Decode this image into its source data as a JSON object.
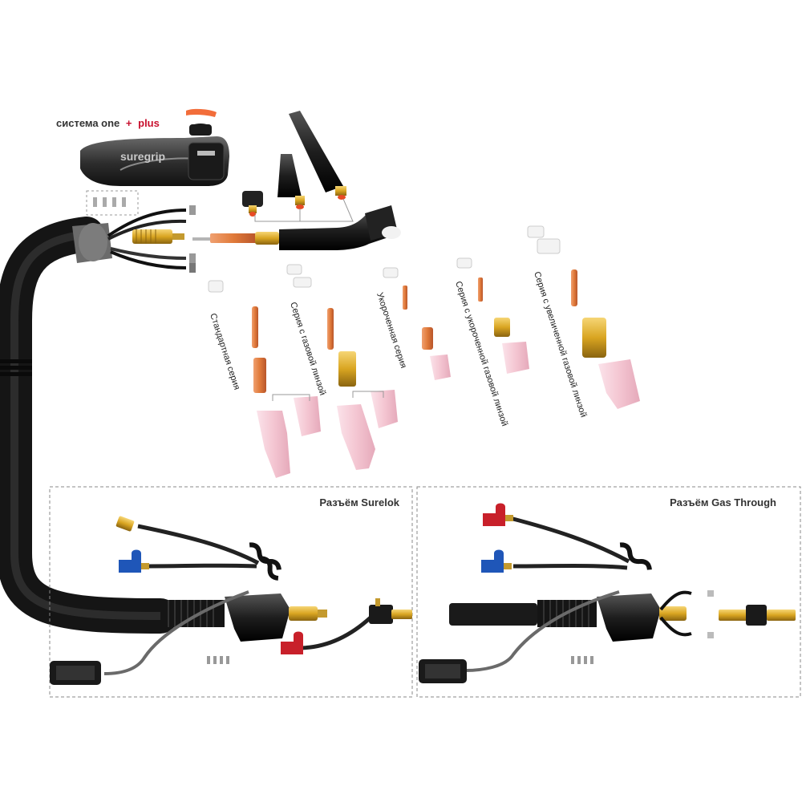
{
  "system_label": {
    "prefix": "система one",
    "plus_sign": "+",
    "plus_word": "plus"
  },
  "handle_brand": "suregrip",
  "series_labels": {
    "standard": "Стандартная серия",
    "gas_lens": "Серия с газовой линзой",
    "short": "Укороченная серия",
    "short_gas_lens": "Серия с укороченной газовой линзой",
    "large_gas_lens": "Серия с увеличенной газовой линзой"
  },
  "panels": {
    "surelok": {
      "title": "Разъём Surelok"
    },
    "gas_through": {
      "title": "Разъём Gas Through"
    }
  },
  "colors": {
    "hose": "#2b2b2b",
    "brass": "#d9a521",
    "copper": "#e07a3a",
    "ceramic": "#f4c6d2",
    "blue_cap": "#1f56b8",
    "red_cap": "#c8202a",
    "accent_red": "#c8102e"
  }
}
